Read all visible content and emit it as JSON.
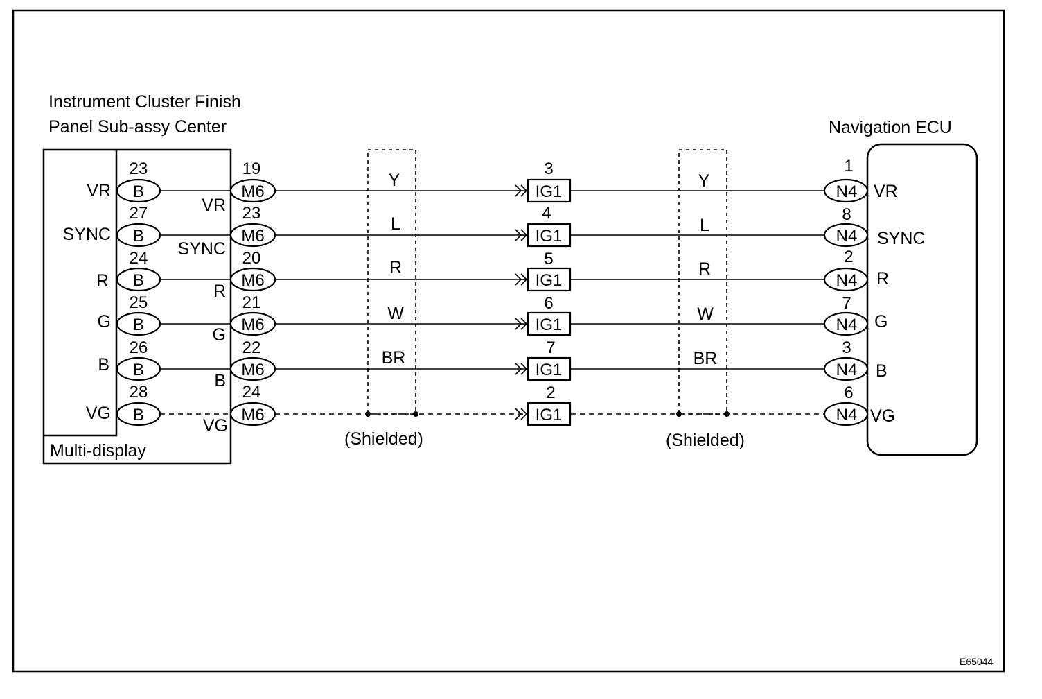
{
  "left_component": {
    "title_line1": "Instrument  Cluster  Finish",
    "title_line2": "Panel Sub-assy Center",
    "sub_label": "Multi-display",
    "pins": [
      {
        "signal": "VR",
        "connector": "B",
        "pin": "23"
      },
      {
        "signal": "SYNC",
        "connector": "B",
        "pin": "27"
      },
      {
        "signal": "R",
        "connector": "B",
        "pin": "24"
      },
      {
        "signal": "G",
        "connector": "B",
        "pin": "25"
      },
      {
        "signal": "B",
        "connector": "B",
        "pin": "26"
      },
      {
        "signal": "VG",
        "connector": "B",
        "pin": "28"
      }
    ]
  },
  "m6_connector": {
    "pins": [
      {
        "signal": "VR",
        "connector": "M6",
        "pin": "19"
      },
      {
        "signal": "SYNC",
        "connector": "M6",
        "pin": "23"
      },
      {
        "signal": "R",
        "connector": "M6",
        "pin": "20"
      },
      {
        "signal": "G",
        "connector": "M6",
        "pin": "21"
      },
      {
        "signal": "B",
        "connector": "M6",
        "pin": "22"
      },
      {
        "signal": "VG",
        "connector": "M6",
        "pin": "24"
      }
    ]
  },
  "wire_colors_left": [
    "Y",
    "L",
    "R",
    "W",
    "BR"
  ],
  "ig1_connector": {
    "pins": [
      {
        "connector": "IG1",
        "pin": "3"
      },
      {
        "connector": "IG1",
        "pin": "4"
      },
      {
        "connector": "IG1",
        "pin": "5"
      },
      {
        "connector": "IG1",
        "pin": "6"
      },
      {
        "connector": "IG1",
        "pin": "7"
      },
      {
        "connector": "IG1",
        "pin": "2"
      }
    ]
  },
  "wire_colors_right": [
    "Y",
    "L",
    "R",
    "W",
    "BR"
  ],
  "shield_labels": [
    "(Shielded)",
    "(Shielded)"
  ],
  "right_component": {
    "title": "Navigation ECU",
    "pins": [
      {
        "signal": "VR",
        "connector": "N4",
        "pin": "1"
      },
      {
        "signal": "SYNC",
        "connector": "N4",
        "pin": "8"
      },
      {
        "signal": "R",
        "connector": "N4",
        "pin": "2"
      },
      {
        "signal": "G",
        "connector": "N4",
        "pin": "7"
      },
      {
        "signal": "B",
        "connector": "N4",
        "pin": "3"
      },
      {
        "signal": "VG",
        "connector": "N4",
        "pin": "6"
      }
    ]
  },
  "figure_id": "E65044"
}
